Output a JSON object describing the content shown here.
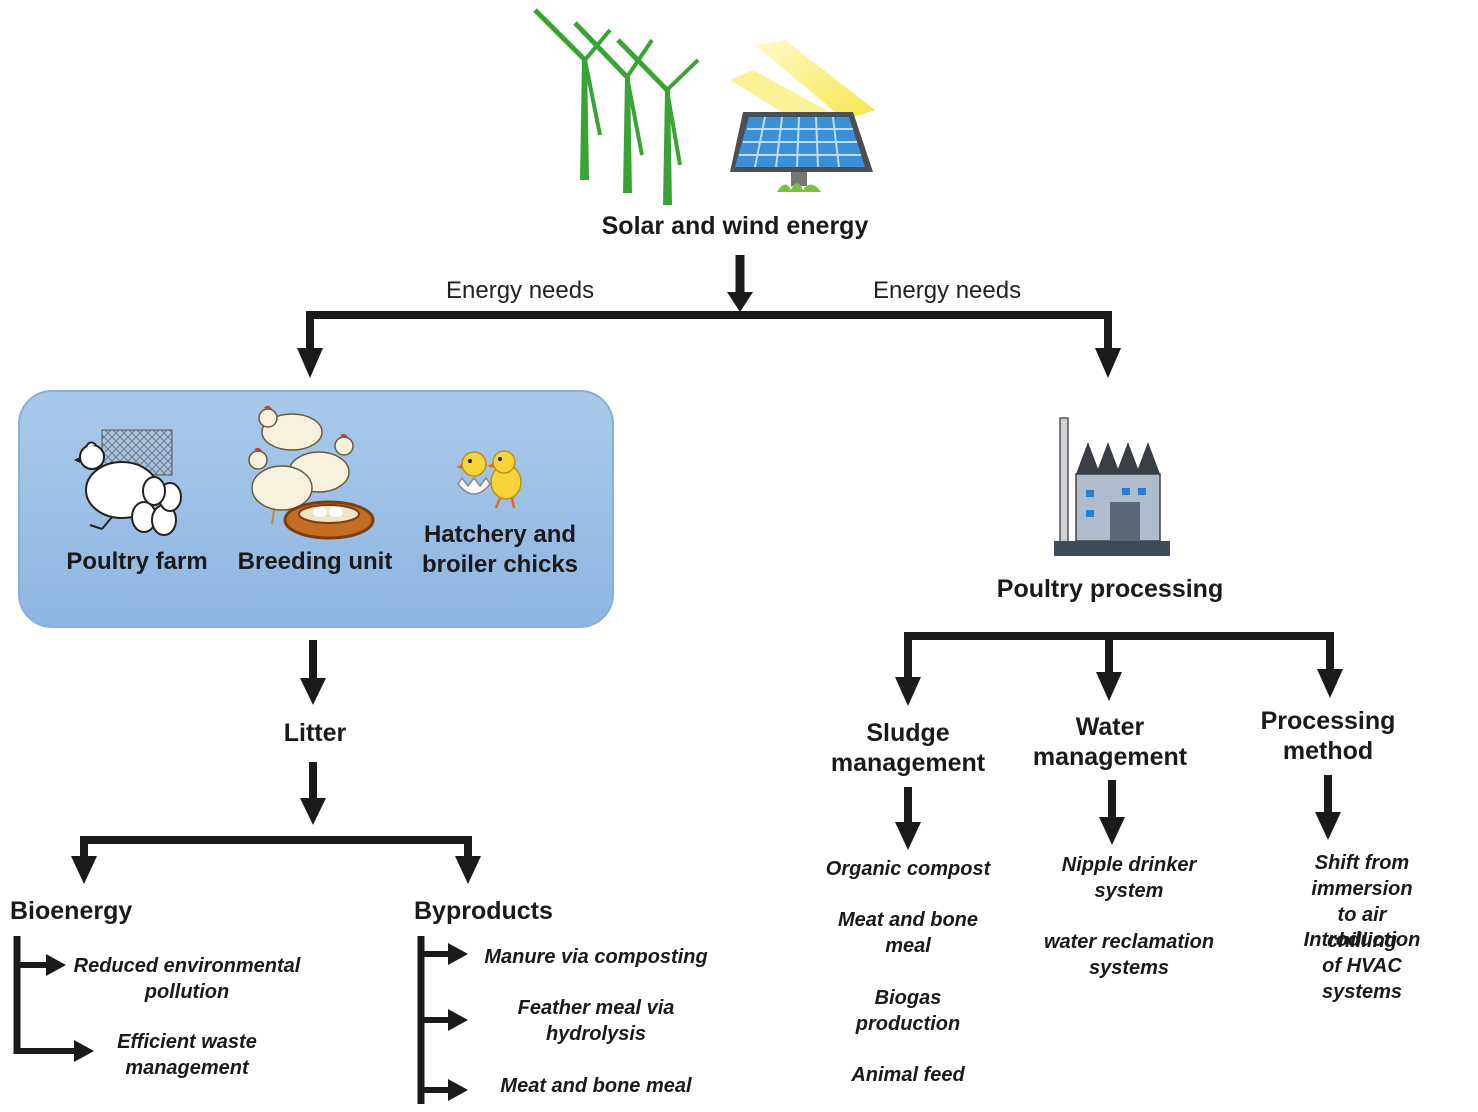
{
  "energy": {
    "title": "Solar and wind energy"
  },
  "edges": {
    "left_label": "Energy needs",
    "right_label": "Energy needs"
  },
  "farm_group": {
    "items": [
      {
        "label": "Poultry farm"
      },
      {
        "label": "Breeding unit"
      },
      {
        "label": "Hatchery and\nbroiler chicks"
      }
    ]
  },
  "litter": {
    "label": "Litter"
  },
  "bioenergy": {
    "title": "Bioenergy",
    "items": [
      "Reduced environmental\npollution",
      "Efficient waste\nmanagement"
    ]
  },
  "byproducts": {
    "title": "Byproducts",
    "items": [
      "Manure via composting",
      "Feather meal via\nhydrolysis",
      "Meat and bone meal"
    ]
  },
  "processing": {
    "title": "Poultry processing"
  },
  "sludge": {
    "title": "Sludge\nmanagement",
    "items": [
      "Organic compost",
      "Meat and bone\nmeal",
      "Biogas\nproduction",
      "Animal feed"
    ]
  },
  "water": {
    "title": "Water\nmanagement",
    "items": [
      "Nipple drinker\nsystem",
      "water reclamation\nsystems"
    ]
  },
  "method": {
    "title": "Processing\nmethod",
    "items": [
      "Shift from immersion\nto air chilling",
      "Introduction of HVAC\nsystems"
    ]
  },
  "colors": {
    "arrow": "#1a1a1a",
    "turbine": "#3aa335",
    "panel": "#3b8fd6",
    "sun": "#f7e43a",
    "box": "#9dc0e8"
  }
}
